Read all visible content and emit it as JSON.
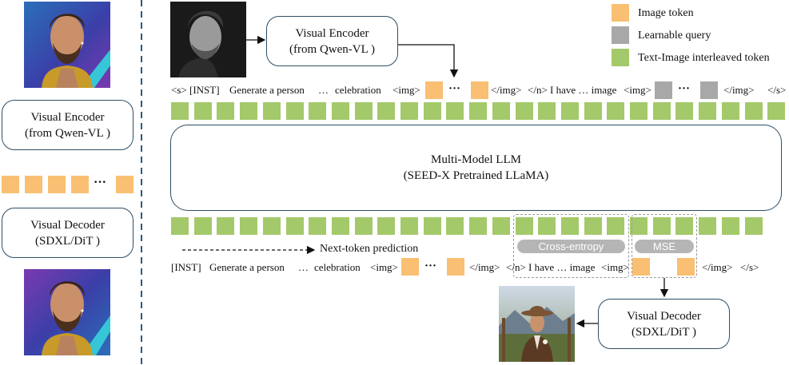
{
  "legend": {
    "image_token": "Image token",
    "learnable_query": "Learnable query",
    "interleaved_token": "Text-Image interleaved token"
  },
  "colors": {
    "image_token": "#f9bf72",
    "learnable_query": "#a8a8a8",
    "interleaved_token": "#a4c96a",
    "box_border": "#2e4d63",
    "pill": "#b5b5b5",
    "divider": "#2e5a7a"
  },
  "left_panel": {
    "encoder": {
      "line1": "Visual Encoder",
      "line2": "(from Qwen-VL )"
    },
    "decoder": {
      "line1": "Visual Decoder",
      "line2": "(SDXL/DiT )"
    },
    "ellipsis": "···"
  },
  "top_encoder": {
    "line1": "Visual Encoder",
    "line2": "(from Qwen-VL )"
  },
  "llm": {
    "line1": "Multi-Model LLM",
    "line2": "(SEED-X Pretrained LLaMA)"
  },
  "bottom_decoder": {
    "line1": "Visual Decoder",
    "line2": "(SDXL/DiT )"
  },
  "input_sequence": {
    "s_token": "<s>",
    "inst": "[INST]",
    "generate": "Generate a person",
    "dots1": "…",
    "celebration": "celebration",
    "img_open": "<img>",
    "ellipsis": "···",
    "img_close": "</img>",
    "inst_close": "</n> I have … image",
    "img_open2": "<img>",
    "img_close2": "</img>",
    "s_close": "</s>"
  },
  "output_sequence": {
    "inst": "[INST]",
    "generate": "Generate a person",
    "dots1": "…",
    "celebration": "celebration",
    "img_open": "<img>",
    "ellipsis": "···",
    "img_close": "</img>",
    "inst_close": "</n> I have … image",
    "img_open2": "<img>",
    "img_close2": "</img>",
    "s_close": "</s>"
  },
  "next_token_label": "Next-token prediction",
  "loss": {
    "cross_entropy": "Cross-entropy",
    "mse": "MSE"
  },
  "icons": {
    "portrait_top": "portrait-photo",
    "portrait_bottom": "portrait-photo",
    "portrait_grayscale": "grayscale-portrait-photo",
    "cowboy": "generated-cowboy-photo"
  }
}
